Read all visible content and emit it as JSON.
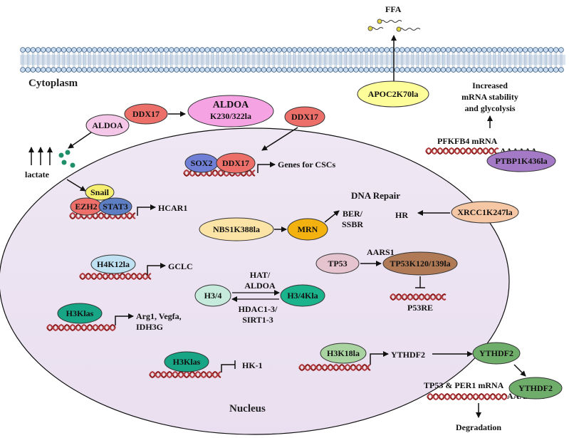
{
  "compartments": {
    "cytoplasm": "Cytoplasm",
    "nucleus": "Nucleus"
  },
  "membrane": {
    "ffa": "FFA",
    "apoc2": "APOC2K70la"
  },
  "cytoplasm": {
    "aldoa": "ALDOA",
    "ddx17": "DDX17",
    "aldoa_mod_1": "ALDOA",
    "aldoa_mod_2": "K230/322la",
    "ddx17_top": "DDX17",
    "lactate": "lactate",
    "increased_1": "Increased",
    "increased_2": "mRNA stability",
    "increased_3": "and glycolysis",
    "pfkfb4": "PFKFB4 mRNA",
    "polyA": "AAAAAA",
    "ptbp1": "PTBP1K436la"
  },
  "nucleus": {
    "sox2": "SOX2",
    "ddx17": "DDX17",
    "genes_cscs": "Genes for CSCs",
    "snail": "Snail",
    "ezh2": "EZH2",
    "stat3": "STAT3",
    "hcar1": "HCAR1",
    "dna_repair": "DNA Repair",
    "ber_1": "BER/",
    "ber_2": "SSBR",
    "hr": "HR",
    "xrcc1": "XRCC1K247la",
    "nbs1": "NBS1K388la",
    "mrn": "MRN",
    "h4k12": "H4K12la",
    "gclc": "GCLC",
    "tp53": "TP53",
    "aars1": "AARS1",
    "tp53k": "TP53K120/139la",
    "p53re": "P53RE",
    "hat_1": "HAT/",
    "hat_2": "ALDOA",
    "h34": "H3/4",
    "h34kla": "H3/4Kla",
    "hdac_1": "HDAC1-3/",
    "hdac_2": "SIRT1-3",
    "h3klas_a": "H3Klas",
    "arg_1": "Arg1, Vegfa,",
    "arg_2": "IDH3G",
    "h3klas_b": "H3Klas",
    "hk1": "HK-1",
    "h3k18": "H3K18la",
    "ythdf2_gene": "YTHDF2",
    "ythdf2_a": "YTHDF2",
    "ythdf2_b": "YTHDF2",
    "tp53_per1": "TP53 & PER1 mRNA",
    "polyA": "AAAAAA",
    "degradation": "Degradation"
  }
}
